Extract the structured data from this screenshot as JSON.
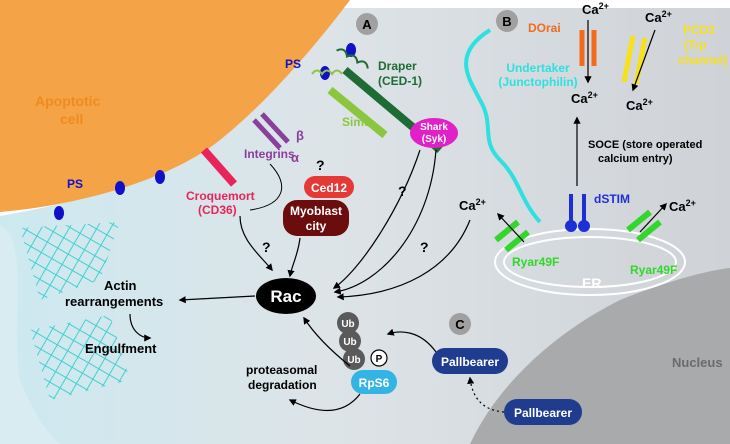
{
  "panels": {
    "a": "A",
    "b": "B",
    "c": "C"
  },
  "cell": {
    "apoptotic_line1": "Apoptotic",
    "apoptotic_line2": "cell",
    "ps": "PS"
  },
  "receptors": {
    "draper_line1": "Draper",
    "draper_line2": "(CED-1)",
    "simu": "Simu",
    "shark_line1": "Shark",
    "shark_line2": "(Syk)",
    "beta": "β",
    "alpha": "α",
    "integrins": "Integrins",
    "croquemort_line1": "Croquemort",
    "croquemort_line2": "(CD36)",
    "ced12": "Ced12",
    "myoblast_line1": "Myoblast",
    "myoblast_line2": "city"
  },
  "pathway": {
    "question": "?",
    "rac": "Rac",
    "actin_line1": "Actin",
    "actin_line2": "rearrangements",
    "engulfment": "Engulfment",
    "ub": "Ub",
    "p": "P",
    "rps6": "RpS6",
    "proteasomal_line1": "proteasomal",
    "proteasomal_line2": "degradation",
    "pallbearer": "Pallbearer",
    "nucleus": "Nucleus"
  },
  "calcium": {
    "ca": "Ca",
    "charge": "2+",
    "dorai": "DOrai",
    "pcd2_line1": "PCD2",
    "pcd2_line2": "(Trp",
    "pcd2_line3": "channel)",
    "undertaker_line1": "Undertaker",
    "undertaker_line2": "(Junctophilin)",
    "soce_line1": "SOCE (store operated",
    "soce_line2": "calcium entry)",
    "dstim": "dSTIM",
    "ryar": "Ryar49F",
    "er": "ER"
  },
  "colors": {
    "apoptotic": "#f5a347",
    "cell_label": "#f08a1e",
    "draper": "#1f6b35",
    "simu": "#8cc63f",
    "shark": "#e020c8",
    "integrin": "#8a3f9a",
    "croquemort": "#e8245a",
    "ced12": "#e53935",
    "myoblast": "#6b0d0d",
    "undertaker": "#2ee0e0",
    "dorai": "#f26b1d",
    "pcd2": "#f7e11b",
    "stim": "#1f2fd6",
    "ryar": "#33d62a",
    "pallbearer": "#1f3c8f",
    "rps6": "#34b4e4",
    "ub": "#5a5a5a"
  }
}
